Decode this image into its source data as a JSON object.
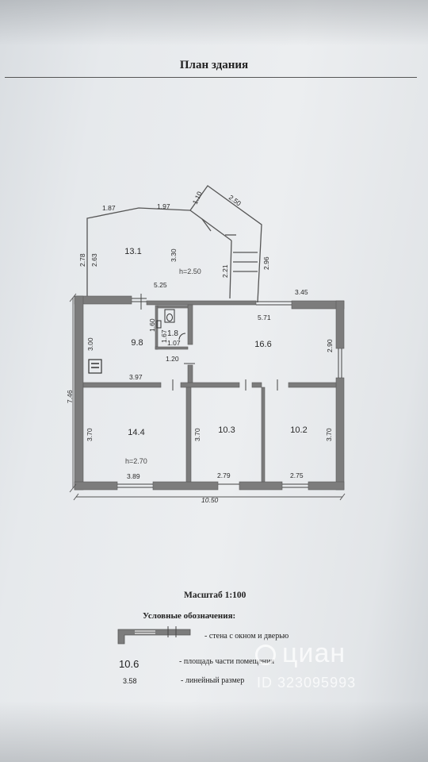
{
  "title": "План здания",
  "scale": "Масштаб 1:100",
  "legend": {
    "title": "Условные обозначения:",
    "wall_label": "- стена с окном и дверью",
    "area_sample": "10.6",
    "area_label": "- площадь части помещения",
    "dim_sample": "3.58",
    "dim_label": "- линейный размер"
  },
  "rooms": {
    "veranda": "13.1",
    "r_9_8": "9.8",
    "r_1_8": "1.8",
    "r_16_6": "16.6",
    "r_14_4": "14.4",
    "r_10_3": "10.3",
    "r_10_2": "10.2"
  },
  "heights": {
    "veranda": "h=2.50",
    "main": "h=2.70"
  },
  "dims": {
    "d_1_87": "1.87",
    "d_1_97": "1.97",
    "d_1_10": "1.10",
    "d_2_50": "2.50",
    "d_2_78": "2.78",
    "d_2_63": "2.63",
    "d_3_30": "3.30",
    "d_2_96": "2.96",
    "d_2_21": "2.21",
    "d_5_25": "5.25",
    "d_3_45": "3.45",
    "d_5_71": "5.71",
    "d_1_60": "1.60",
    "d_1_67": "1.67",
    "d_1_07": "1.07",
    "d_3_00": "3.00",
    "d_2_90": "2.90",
    "d_1_20": "1.20",
    "d_3_97": "3.97",
    "d_7_46": "7.46",
    "d_3_70_a": "3.70",
    "d_3_70_b": "3.70",
    "d_3_70_c": "3.70",
    "d_3_89": "3.89",
    "d_2_79": "2.79",
    "d_2_75": "2.75",
    "d_10_50": "10.50"
  },
  "watermark": {
    "brand": "циан",
    "id": "ID 323095993"
  },
  "colors": {
    "wall": "#7c7c7c",
    "ink": "#2a2a2a",
    "watermark": "#ffffff"
  }
}
